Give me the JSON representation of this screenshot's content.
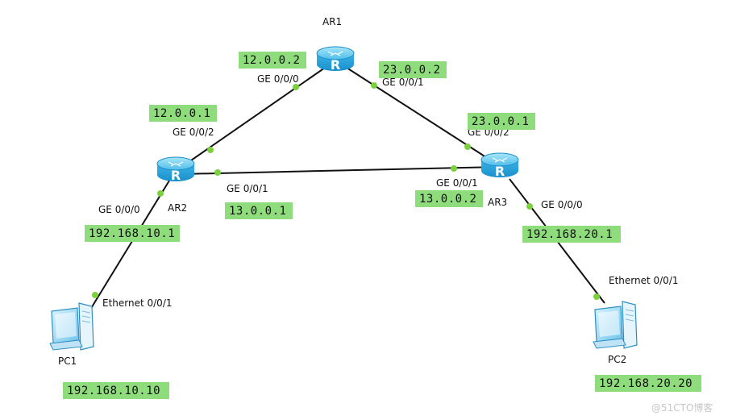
{
  "colors": {
    "ip_highlight": "#8fdc7c",
    "link": "#111111",
    "port_dot": "#7bd13d",
    "router_top": "#7fd3f2",
    "router_side": "#2aa3da"
  },
  "devices": {
    "ar1": {
      "name": "AR1",
      "icon": "router-icon"
    },
    "ar2": {
      "name": "AR2",
      "icon": "router-icon"
    },
    "ar3": {
      "name": "AR3",
      "icon": "router-icon"
    },
    "pc1": {
      "name": "PC1",
      "icon": "pc-icon"
    },
    "pc2": {
      "name": "PC2",
      "icon": "pc-icon"
    }
  },
  "ports": {
    "ar1_g000": "GE 0/0/0",
    "ar1_g001": "GE 0/0/1",
    "ar2_g002": "GE 0/0/2",
    "ar2_g001": "GE 0/0/1",
    "ar2_g000": "GE 0/0/0",
    "ar3_g002": "GE 0/0/2",
    "ar3_g001": "GE 0/0/1",
    "ar3_g000": "GE 0/0/0",
    "pc1_eth": "Ethernet 0/0/1",
    "pc2_eth": "Ethernet 0/0/1"
  },
  "ips": {
    "ar1_g000": "12.0.0.2",
    "ar1_g001": "23.0.0.2",
    "ar2_g002": "12.0.0.1",
    "ar2_g001": "13.0.0.1",
    "ar2_g000": "192.168.10.1",
    "ar3_g002": "23.0.0.1",
    "ar3_g001": "13.0.0.2",
    "ar3_g000": "192.168.20.1",
    "pc1": "192.168.10.10",
    "pc2": "192.168.20.20"
  },
  "watermark": "@51CTO博客"
}
